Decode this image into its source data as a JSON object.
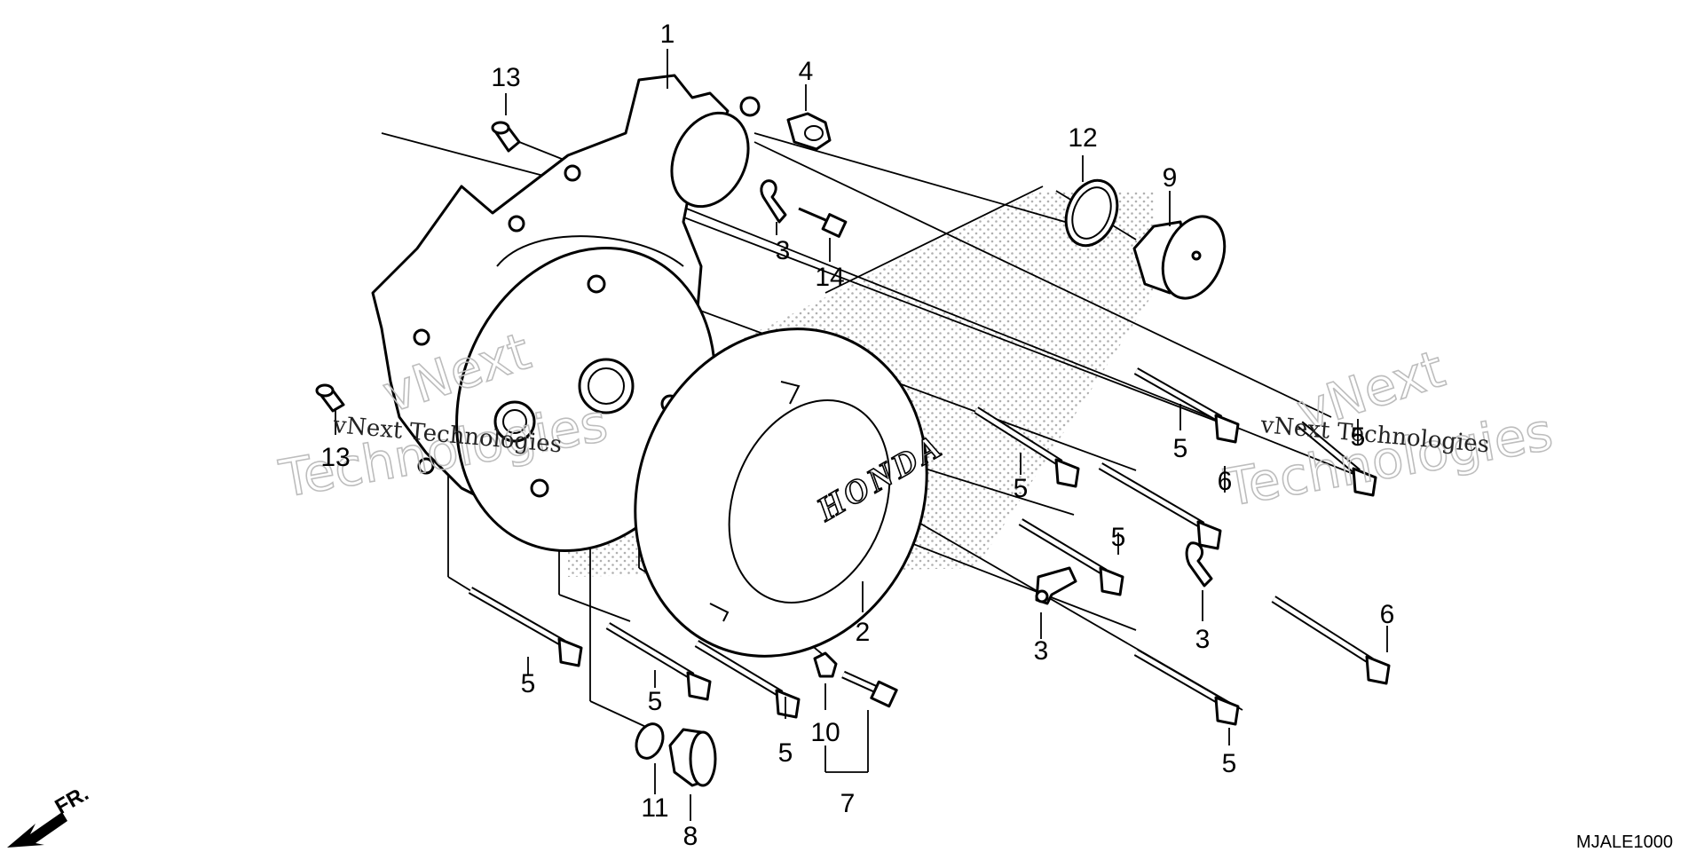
{
  "diagram": {
    "code": "MJALE1000",
    "brand": "HONDA",
    "front_label": "FR.",
    "watermark": [
      "vNext",
      "Technologies",
      "vNext Technologies"
    ],
    "callouts": [
      "1",
      "2",
      "3",
      "3",
      "3",
      "4",
      "5",
      "5",
      "5",
      "5",
      "5",
      "5",
      "5",
      "5",
      "6",
      "6",
      "7",
      "8",
      "9",
      "10",
      "11",
      "12",
      "13",
      "13",
      "14"
    ]
  }
}
